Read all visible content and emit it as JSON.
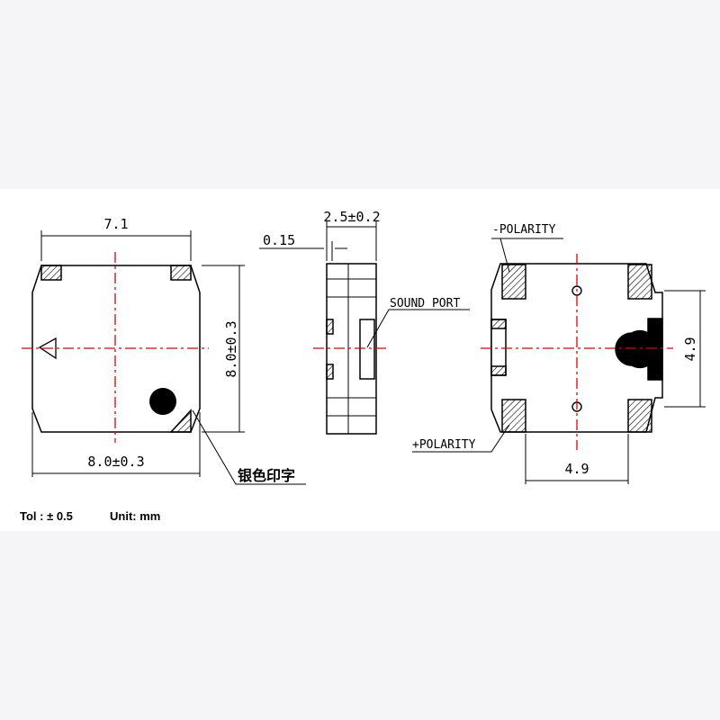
{
  "dimensions": {
    "top_width": "7.1",
    "height": "8.0±0.3",
    "bottom_width": "8.0±0.3",
    "side_thickness": "2.5±0.2",
    "side_offset": "0.15",
    "pin_spacing_vertical": "4.9",
    "pin_spacing_horizontal": "4.9"
  },
  "labels": {
    "sound_port": "SOUND PORT",
    "neg_polarity": "-POLARITY",
    "pos_polarity": "+POLARITY",
    "silver_print": "银色印字"
  },
  "footer": {
    "tolerance": "Tol : ± 0.5",
    "unit": "Unit: mm"
  },
  "colors": {
    "centerline": "#e00000",
    "ink": "#000000"
  }
}
